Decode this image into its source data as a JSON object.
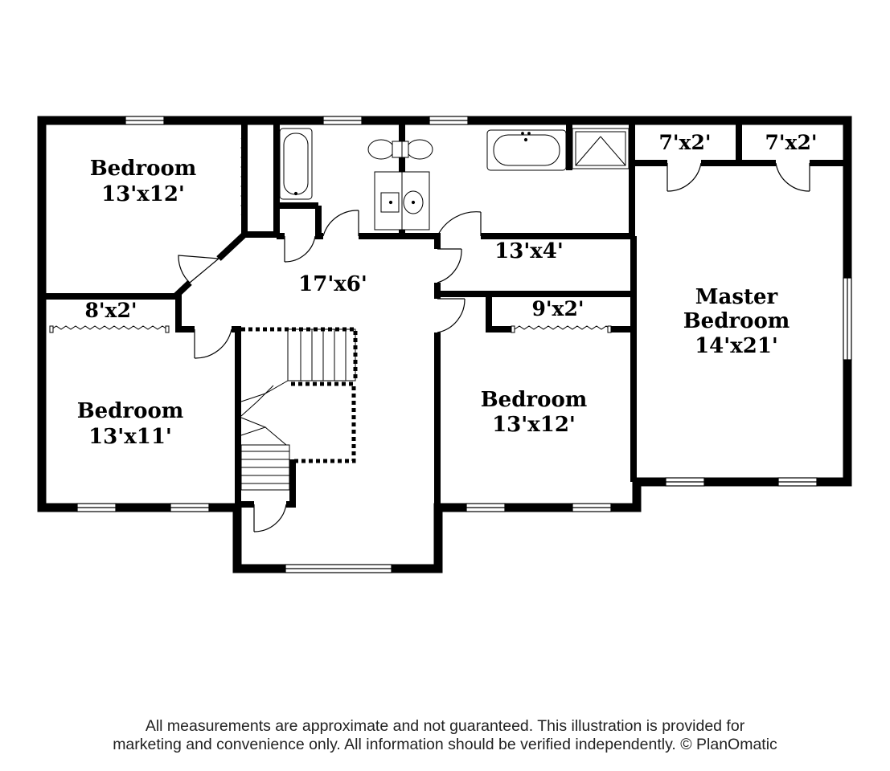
{
  "rooms": {
    "bedroom_nw": {
      "name": "Bedroom",
      "size": "13'x12'"
    },
    "closet_w": {
      "size": "8'x2'"
    },
    "bedroom_sw": {
      "name": "Bedroom",
      "size": "13'x11'"
    },
    "hall": {
      "size": "17'x6'"
    },
    "hall_east": {
      "size": "13'x4'"
    },
    "closet_c": {
      "size": "9'x2'"
    },
    "bedroom_se": {
      "name": "Bedroom",
      "size": "13'x12'"
    },
    "closet_ne1": {
      "size": "7'x2'"
    },
    "closet_ne2": {
      "size": "7'x2'"
    },
    "master": {
      "line1": "Master",
      "line2": "Bedroom",
      "size": "14'x21'"
    }
  },
  "disclaimer": {
    "line1": "All measurements are approximate and not guaranteed. This illustration is provided for",
    "line2": "marketing and convenience only. All information should be verified independently. © PlanOmatic"
  }
}
